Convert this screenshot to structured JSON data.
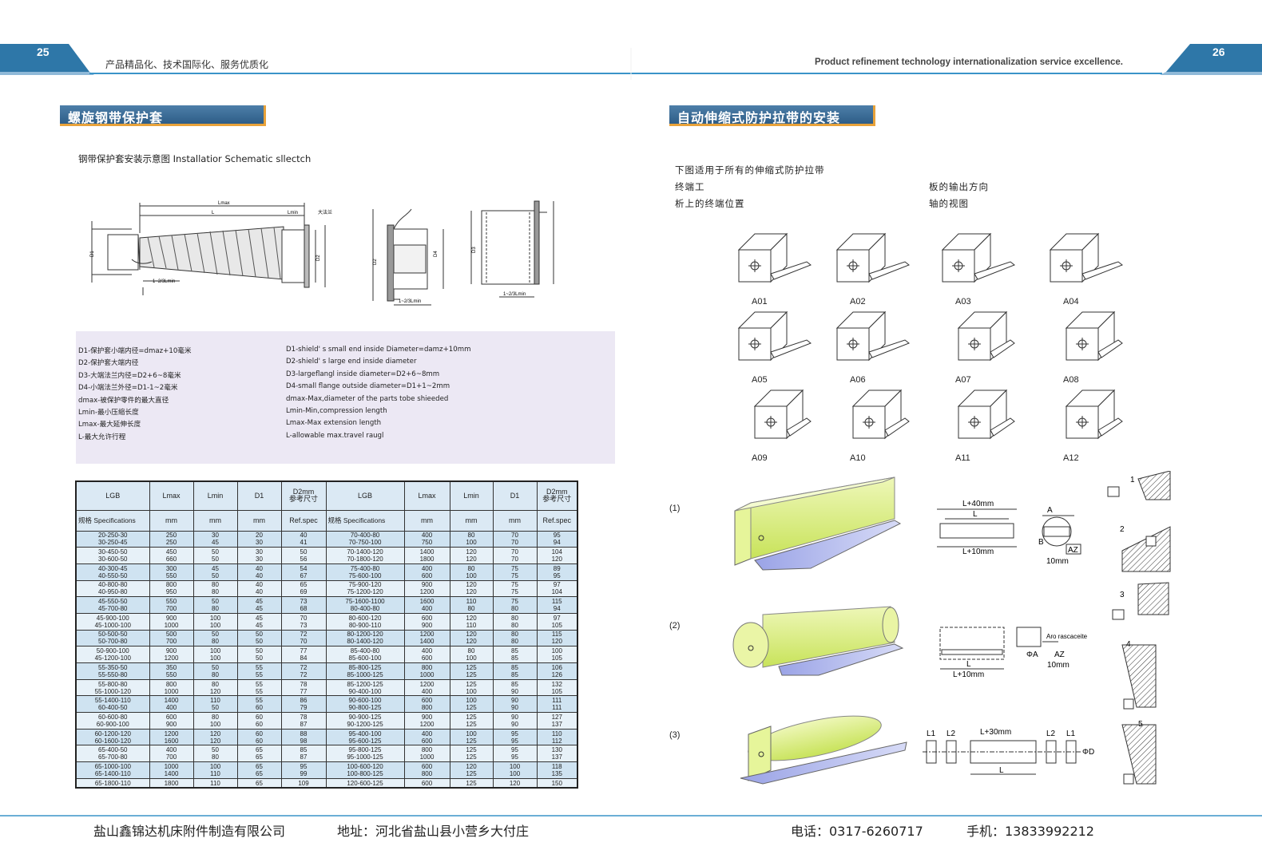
{
  "header": {
    "page_left": "25",
    "page_right": "26",
    "slogan_cn": "产品精品化、技术国际化、服务优质化",
    "slogan_en": "Product refinement  technology internationalization  service excellence."
  },
  "left": {
    "section_title": "螺旋钢带保护套",
    "caption": "钢带保护套安装示意图 Installatior Schematic sllectch",
    "diagram_labels": {
      "lmax": "Lmax",
      "l": "L",
      "lmin": "Lmin",
      "big_flange": "大法兰",
      "ratio_lmin": "1~2/3Lmin",
      "d1": "D1",
      "d2": "D2",
      "d3": "D3",
      "d4": "D4"
    },
    "legend_cn": [
      "D1-保护套小端内径=dmaz+10毫米",
      "D2-保护套大端内径",
      "D3-大端法兰内径=D2+6~8毫米",
      "D4-小端法兰外径=D1-1~2毫米",
      "dmax-被保护零件的最大直径",
      "Lmin-最小压缩长度",
      "Lmax-最大延伸长度",
      "L-最大允许行程"
    ],
    "legend_en": [
      "D1-shield'  s small end inside Diameter=damz+10mm",
      "D2-shield'  s large end inside diameter",
      "D3-largeflangl inside diameter=D2+6~8mm",
      "D4-small flange outside diameter=D1+1~2mm",
      "dmax-Max,diameter of the parts tobe shieeded",
      "Lmin-Min,compression length",
      "Lmax-Max extension length",
      "L-allowable max.travel raugl"
    ],
    "table": {
      "headers": {
        "lgb": "LGB",
        "lmax": "Lmax",
        "lmin": "Lmin",
        "d1": "D1",
        "d2": "D2mm",
        "d2_sub": "参考尺寸",
        "mm": "mm",
        "refspec": "Ref.spec",
        "spec": "规格 Specifications"
      },
      "rows": [
        [
          [
            "20-250-30",
            "30-250-45"
          ],
          [
            "250",
            "250"
          ],
          [
            "30",
            "45"
          ],
          [
            "20",
            "30"
          ],
          [
            "40",
            "41"
          ],
          [
            "70-400-80",
            "70-750-100"
          ],
          [
            "400",
            "750"
          ],
          [
            "80",
            "100"
          ],
          [
            "70",
            "70"
          ],
          [
            "95",
            "94"
          ]
        ],
        [
          [
            "30-450-50",
            "30-600-50"
          ],
          [
            "450",
            "660"
          ],
          [
            "50",
            "50"
          ],
          [
            "30",
            "30"
          ],
          [
            "50",
            "56"
          ],
          [
            "70-1400-120",
            "70-1800-120"
          ],
          [
            "1400",
            "1800"
          ],
          [
            "120",
            "120"
          ],
          [
            "70",
            "70"
          ],
          [
            "104",
            "120"
          ]
        ],
        [
          [
            "40-300-45",
            "40-550-50"
          ],
          [
            "300",
            "550"
          ],
          [
            "45",
            "50"
          ],
          [
            "40",
            "40"
          ],
          [
            "54",
            "67"
          ],
          [
            "75-400-80",
            "75-600-100"
          ],
          [
            "400",
            "600"
          ],
          [
            "80",
            "100"
          ],
          [
            "75",
            "75"
          ],
          [
            "89",
            "95"
          ]
        ],
        [
          [
            "40-800-80",
            "40-950-80"
          ],
          [
            "800",
            "950"
          ],
          [
            "80",
            "80"
          ],
          [
            "40",
            "40"
          ],
          [
            "65",
            "69"
          ],
          [
            "75-900-120",
            "75-1200-120"
          ],
          [
            "900",
            "1200"
          ],
          [
            "120",
            "120"
          ],
          [
            "75",
            "75"
          ],
          [
            "97",
            "104"
          ]
        ],
        [
          [
            "45-550-50",
            "45-700-80"
          ],
          [
            "550",
            "700"
          ],
          [
            "50",
            "80"
          ],
          [
            "45",
            "45"
          ],
          [
            "73",
            "68"
          ],
          [
            "75-1600-1100",
            "80-400-80"
          ],
          [
            "1600",
            "400"
          ],
          [
            "110",
            "80"
          ],
          [
            "75",
            "80"
          ],
          [
            "115",
            "94"
          ]
        ],
        [
          [
            "45-900-100",
            "45-1000-100"
          ],
          [
            "900",
            "1000"
          ],
          [
            "100",
            "100"
          ],
          [
            "45",
            "45"
          ],
          [
            "70",
            "73"
          ],
          [
            "80-600-120",
            "80-900-110"
          ],
          [
            "600",
            "900"
          ],
          [
            "120",
            "110"
          ],
          [
            "80",
            "80"
          ],
          [
            "97",
            "105"
          ]
        ],
        [
          [
            "50-500-50",
            "50-700-80"
          ],
          [
            "500",
            "700"
          ],
          [
            "50",
            "80"
          ],
          [
            "50",
            "50"
          ],
          [
            "72",
            "70"
          ],
          [
            "80-1200-120",
            "80-1400-120"
          ],
          [
            "1200",
            "1400"
          ],
          [
            "120",
            "120"
          ],
          [
            "80",
            "80"
          ],
          [
            "115",
            "120"
          ]
        ],
        [
          [
            "50-900-100",
            "45-1200-100"
          ],
          [
            "900",
            "1200"
          ],
          [
            "100",
            "100"
          ],
          [
            "50",
            "50"
          ],
          [
            "77",
            "84"
          ],
          [
            "85-400-80",
            "85-600-100"
          ],
          [
            "400",
            "600"
          ],
          [
            "80",
            "100"
          ],
          [
            "85",
            "85"
          ],
          [
            "100",
            "105"
          ]
        ],
        [
          [
            "55-350-50",
            "55-550-80"
          ],
          [
            "350",
            "550"
          ],
          [
            "50",
            "80"
          ],
          [
            "55",
            "55"
          ],
          [
            "72",
            "72"
          ],
          [
            "85-800-125",
            "85-1000-125"
          ],
          [
            "800",
            "1000"
          ],
          [
            "125",
            "125"
          ],
          [
            "85",
            "85"
          ],
          [
            "106",
            "126"
          ]
        ],
        [
          [
            "55-800-80",
            "55-1000-120"
          ],
          [
            "800",
            "1000"
          ],
          [
            "80",
            "120"
          ],
          [
            "55",
            "55"
          ],
          [
            "78",
            "77"
          ],
          [
            "85-1200-125",
            "90-400-100"
          ],
          [
            "1200",
            "400"
          ],
          [
            "125",
            "100"
          ],
          [
            "85",
            "90"
          ],
          [
            "132",
            "105"
          ]
        ],
        [
          [
            "55-1400-110",
            "60-400-50"
          ],
          [
            "1400",
            "400"
          ],
          [
            "110",
            "50"
          ],
          [
            "55",
            "60"
          ],
          [
            "86",
            "79"
          ],
          [
            "90-600-100",
            "90-800-125"
          ],
          [
            "600",
            "800"
          ],
          [
            "100",
            "125"
          ],
          [
            "90",
            "90"
          ],
          [
            "111",
            "111"
          ]
        ],
        [
          [
            "60-600-80",
            "60-900-100"
          ],
          [
            "600",
            "900"
          ],
          [
            "80",
            "100"
          ],
          [
            "60",
            "60"
          ],
          [
            "78",
            "87"
          ],
          [
            "90-900-125",
            "90-1200-125"
          ],
          [
            "900",
            "1200"
          ],
          [
            "125",
            "125"
          ],
          [
            "90",
            "90"
          ],
          [
            "127",
            "137"
          ]
        ],
        [
          [
            "60-1200-120",
            "60-1600-120"
          ],
          [
            "1200",
            "1600"
          ],
          [
            "120",
            "120"
          ],
          [
            "60",
            "60"
          ],
          [
            "88",
            "98"
          ],
          [
            "95-400-100",
            "95-600-125"
          ],
          [
            "400",
            "600"
          ],
          [
            "100",
            "125"
          ],
          [
            "95",
            "95"
          ],
          [
            "110",
            "112"
          ]
        ],
        [
          [
            "65-400-50",
            "65-700-80"
          ],
          [
            "400",
            "700"
          ],
          [
            "50",
            "80"
          ],
          [
            "65",
            "65"
          ],
          [
            "85",
            "87"
          ],
          [
            "95-800-125",
            "95-1000-125"
          ],
          [
            "800",
            "1000"
          ],
          [
            "125",
            "125"
          ],
          [
            "95",
            "95"
          ],
          [
            "130",
            "137"
          ]
        ],
        [
          [
            "65-1000-100",
            "65-1400-110"
          ],
          [
            "1000",
            "1400"
          ],
          [
            "100",
            "110"
          ],
          [
            "65",
            "65"
          ],
          [
            "95",
            "99"
          ],
          [
            "100-600-120",
            "100-800-125"
          ],
          [
            "600",
            "800"
          ],
          [
            "120",
            "125"
          ],
          [
            "100",
            "100"
          ],
          [
            "118",
            "135"
          ]
        ],
        [
          [
            "65-1800-110"
          ],
          [
            "1800"
          ],
          [
            "110"
          ],
          [
            "65"
          ],
          [
            "109"
          ],
          [
            "120-600-125"
          ],
          [
            "600"
          ],
          [
            "125"
          ],
          [
            "120"
          ],
          [
            "150"
          ]
        ]
      ]
    }
  },
  "right": {
    "section_title": "自动伸缩式防护拉带的安装",
    "intro_line1": "下图适用于所有的伸缩式防护拉带",
    "intro_line2a": "终端工",
    "intro_line2b": "板的输出方向",
    "intro_line3a": "析上的终端位置",
    "intro_line3b": "轴的视图",
    "boxes": [
      "A01",
      "A02",
      "A03",
      "A04",
      "A05",
      "A06",
      "A07",
      "A08",
      "A09",
      "A10",
      "A11",
      "A12"
    ],
    "steps": [
      "(1)",
      "(2)",
      "(3)"
    ],
    "dims": {
      "l40": "L+40mm",
      "l": "L",
      "l10": "L+10mm",
      "a": "A",
      "b": "B",
      "az": "AZ",
      "mm10": "10mm",
      "aro": "Aro rascaceite",
      "phia": "ΦA",
      "l1": "L1",
      "l2": "L2",
      "l30": "L+30mm",
      "phid": "ΦD"
    },
    "side_numbers": [
      "1",
      "2",
      "3",
      "4",
      "5"
    ]
  },
  "footer": {
    "company": "盐山鑫锦达机床附件制造有限公司",
    "address": "地址：河北省盐山县小营乡大付庄",
    "phone": "电话：0317-6260717",
    "mobile": "手机：13833992212"
  },
  "colors": {
    "accent": "#2e6f9e",
    "stripe": "#3a93c8",
    "orange": "#e8a23a",
    "lime": "#d9ee7a",
    "legend_bg": "#ece8f4"
  }
}
